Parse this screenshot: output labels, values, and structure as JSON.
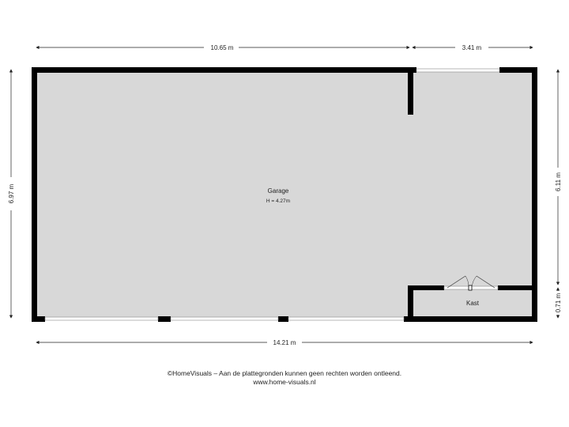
{
  "dimensions": {
    "top_left": "10.65 m",
    "top_right": "3.41 m",
    "bottom": "14.21 m",
    "left": "6.97 m",
    "right_upper": "6.11 m",
    "right_lower": "0.71 m"
  },
  "rooms": {
    "garage": {
      "name": "Garage",
      "height": "H = 4.27m"
    },
    "kast": {
      "name": "Kast"
    }
  },
  "colors": {
    "floor": "#d8d8d8",
    "wall": "#000000",
    "window": "#ffffff"
  },
  "footer": {
    "copyright": "©HomeVisuals – Aan de plattegronden kunnen geen rechten worden ontleend.",
    "website": "www.home-visuals.nl"
  }
}
